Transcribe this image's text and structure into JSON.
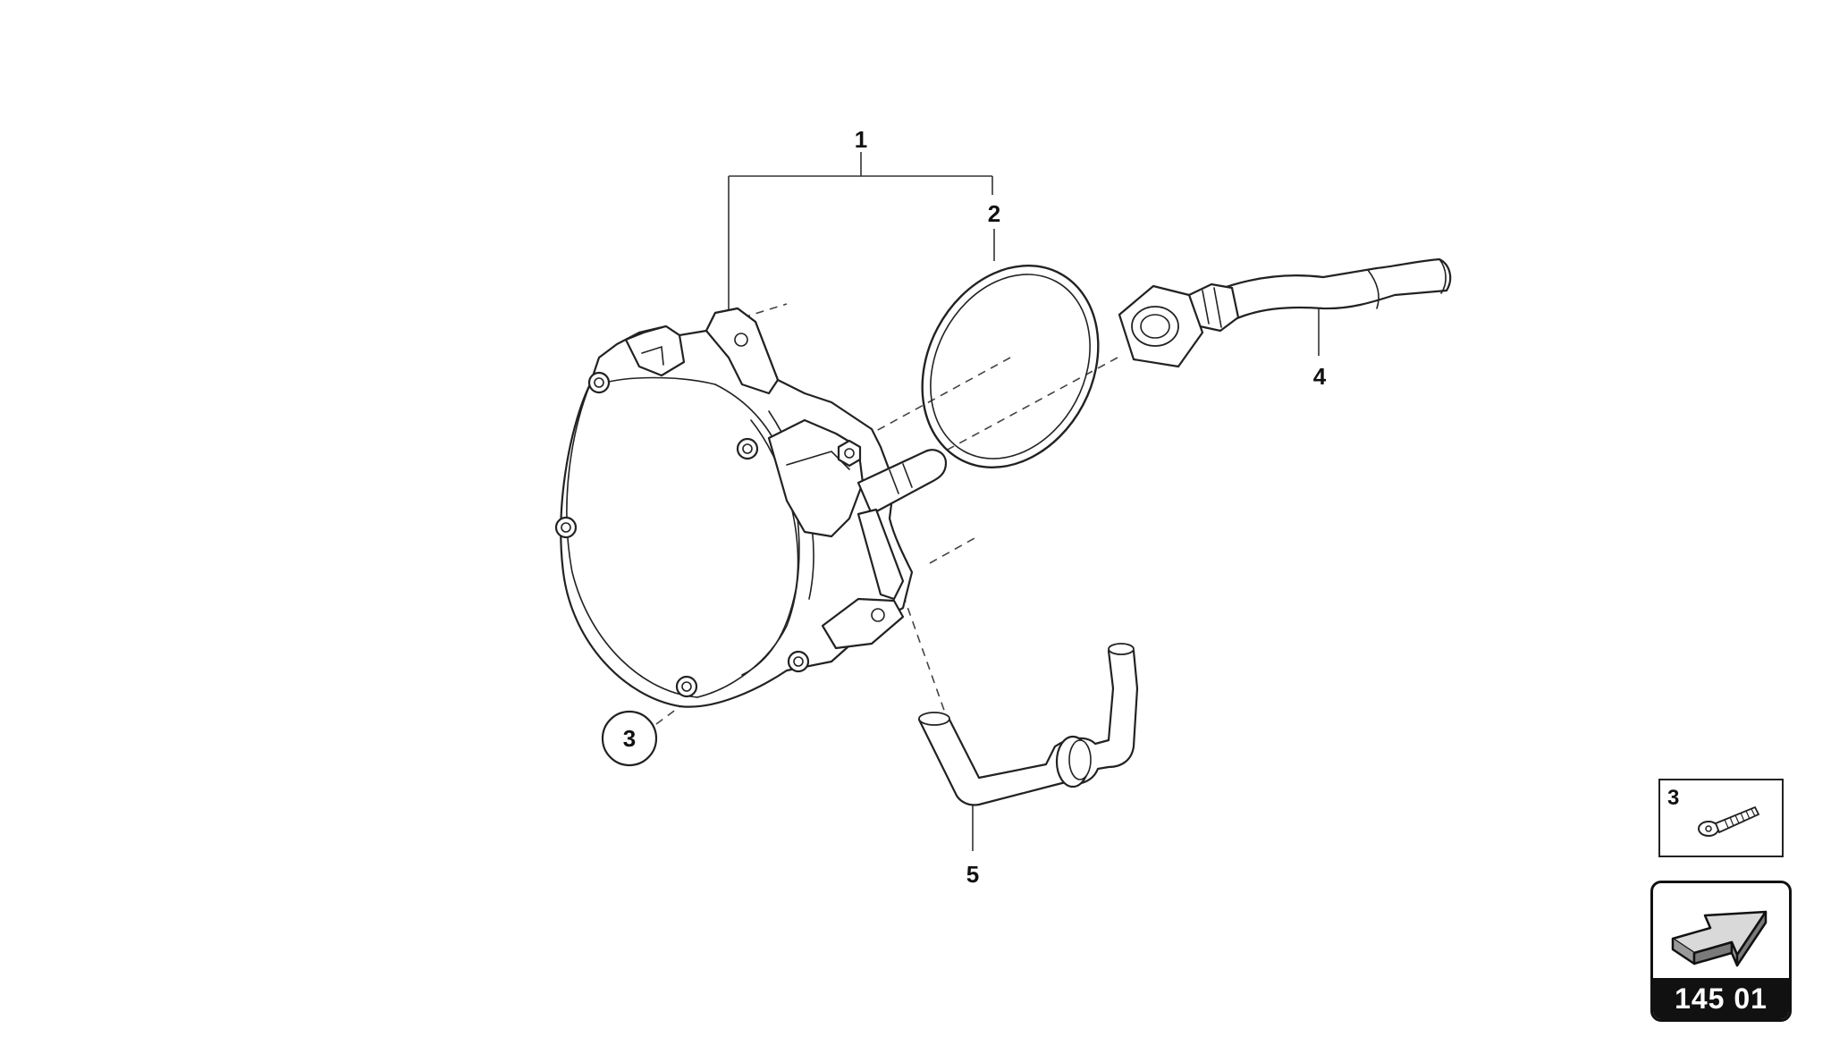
{
  "callouts": {
    "part_1": "1",
    "part_2": "2",
    "part_3": "3",
    "part_4": "4",
    "part_5": "5"
  },
  "bolt_detail": {
    "label": "3",
    "icon": "bolt-icon"
  },
  "navigation": {
    "code": "145 01",
    "icon": "arrow-right-3d-icon"
  }
}
